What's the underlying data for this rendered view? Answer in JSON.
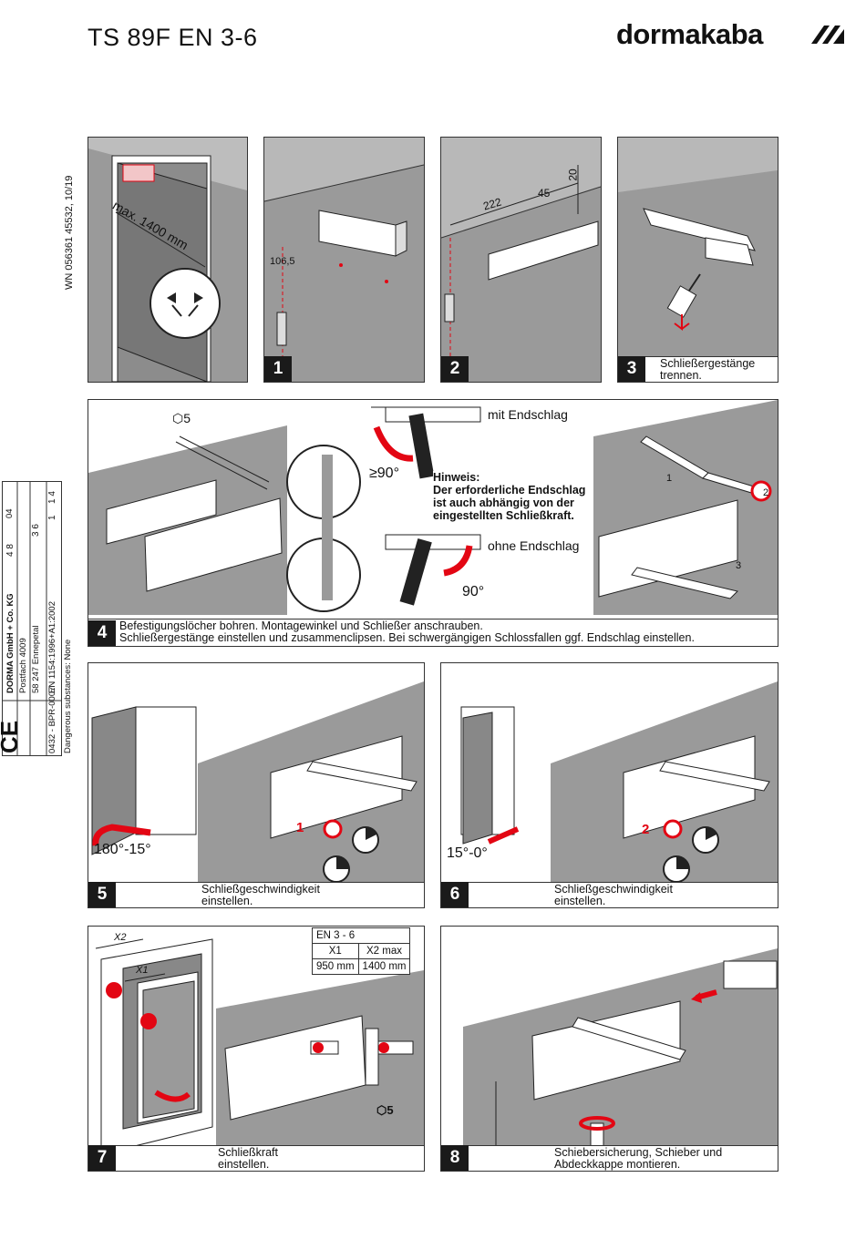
{
  "header": {
    "title": "TS 89F EN 3-6",
    "brand": "dormakaba",
    "doc_number": "WN 056361 45532, 10/19"
  },
  "sidebar": {
    "company": "DORMA GmbH + Co. KG",
    "postfach": "Postfach 4009",
    "city": "58 247 Ennepetal",
    "cert": "0432 - BPR-0007",
    "standard": "EN 1154:1996+A1:2002",
    "substances": "Dangerous substances: None",
    "year": "04",
    "ce": "CE",
    "grid": [
      "4 8",
      "3 6",
      "1",
      "1 4"
    ]
  },
  "panels": {
    "p0": {
      "dimension": "max. 1400 mm"
    },
    "p1": {
      "num": "1",
      "dim": "106,5"
    },
    "p2": {
      "num": "2",
      "dim_a": "222",
      "dim_b": "45",
      "dim_c": "20"
    },
    "p3": {
      "num": "3",
      "caption": [
        "Schließergestänge",
        "trennen."
      ]
    },
    "p4": {
      "num": "4",
      "hex_label": "5",
      "mit": "mit Endschlag",
      "ohne": "ohne Endschlag",
      "angle_a": "≥90°",
      "angle_b": "90°",
      "note": [
        "Hinweis:",
        "Der erforderliche Endschlag",
        "ist auch abhängig von der",
        "eingestellten Schließkraft."
      ],
      "callouts": [
        "1",
        "2",
        "3"
      ],
      "caption": [
        "Befestigungslöcher bohren. Montagewinkel und Schließer anschrauben.",
        "Schließergestänge einstellen und zusammenclipsen. Bei schwergängigen Schlossfallen ggf. Endschlag einstellen."
      ]
    },
    "p5": {
      "num": "5",
      "angle": "180°-15°",
      "valve": "1",
      "caption": [
        "Schließgeschwindigkeit",
        "einstellen."
      ]
    },
    "p6": {
      "num": "6",
      "angle": "15°-0°",
      "valve": "2",
      "caption": [
        "Schließgeschwindigkeit",
        "einstellen."
      ]
    },
    "p7": {
      "num": "7",
      "x1": "X1",
      "x2": "X2",
      "hex_label": "5",
      "table": {
        "title": "EN 3 - 6",
        "head": [
          "X1",
          "X2 max"
        ],
        "row": [
          "950 mm",
          "1400 mm"
        ]
      },
      "caption": [
        "Schließkraft",
        "einstellen."
      ]
    },
    "p8": {
      "num": "8",
      "caption": [
        "Schiebersicherung, Schieber und",
        "Abdeckkappe montieren."
      ]
    }
  },
  "colors": {
    "accent": "#e30613",
    "wall": "#9a9a9a",
    "wall_dark": "#7c7c7c",
    "ink": "#1a1a1a"
  }
}
